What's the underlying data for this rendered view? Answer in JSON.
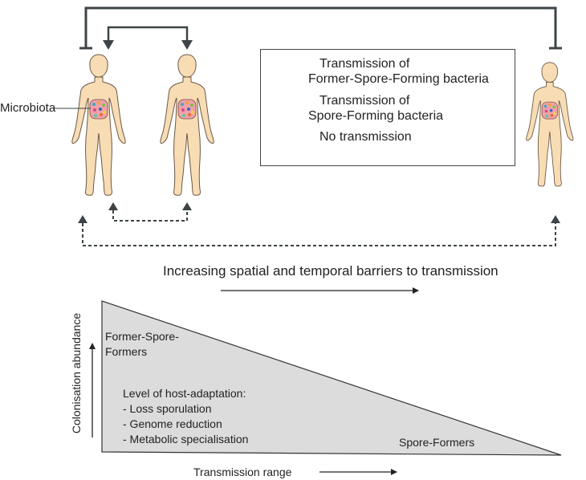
{
  "microbiota_label": "Microbiota",
  "legend": {
    "former_transmission": [
      "Transmission of",
      "Former-Spore-Forming bacteria"
    ],
    "spore_transmission": [
      "Transmission of",
      "Spore-Forming bacteria"
    ],
    "no_transmission": "No transmission"
  },
  "barrier_label": "Increasing spatial and temporal barriers to transmission",
  "triangle": {
    "y_axis_label": "Colonisation abundance",
    "x_axis_label": "Transmission range",
    "former_label": [
      "Former-Spore-",
      "Formers"
    ],
    "adaptation_title": "Level of host-adaptation:",
    "adaptation_items": [
      "- Loss sporulation",
      "- Genome reduction",
      "- Metabolic specialisation"
    ],
    "spore_label": "Spore-Formers"
  },
  "colors": {
    "line": "#3d4447",
    "skin": "#f8dcb4",
    "skin_outline": "#6b5a48",
    "triangle_fill": "#dcdcdc"
  }
}
